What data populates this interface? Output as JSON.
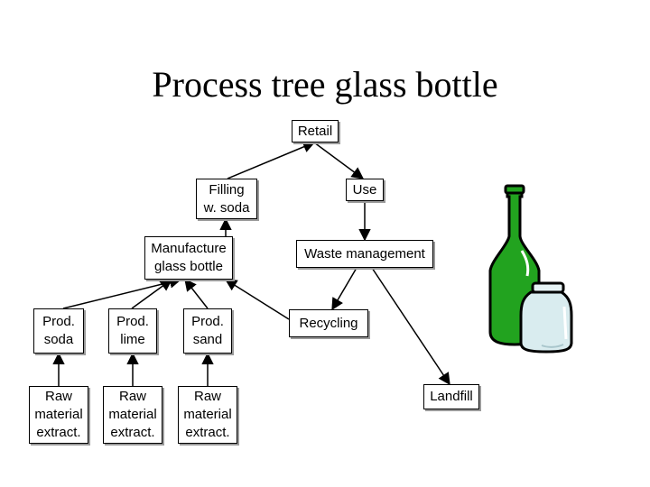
{
  "title": "Process tree glass bottle",
  "nodes": {
    "retail": "Retail",
    "filling": "Filling\nw. soda",
    "use": "Use",
    "manufacture": "Manufacture\nglass bottle",
    "waste": "Waste management",
    "prod_soda": "Prod.\nsoda",
    "prod_lime": "Prod.\nlime",
    "prod_sand": "Prod.\nsand",
    "recycling": "Recycling",
    "raw_soda": "Raw\nmaterial\nextract.",
    "raw_lime": "Raw\nmaterial\nextract.",
    "raw_sand": "Raw\nmaterial\nextract.",
    "landfill": "Landfill"
  },
  "colors": {
    "bottle": "#22a31f",
    "jar": "#d9ecef"
  },
  "illustration_icons": [
    "green-glass-bottle-icon",
    "glass-jar-icon"
  ]
}
